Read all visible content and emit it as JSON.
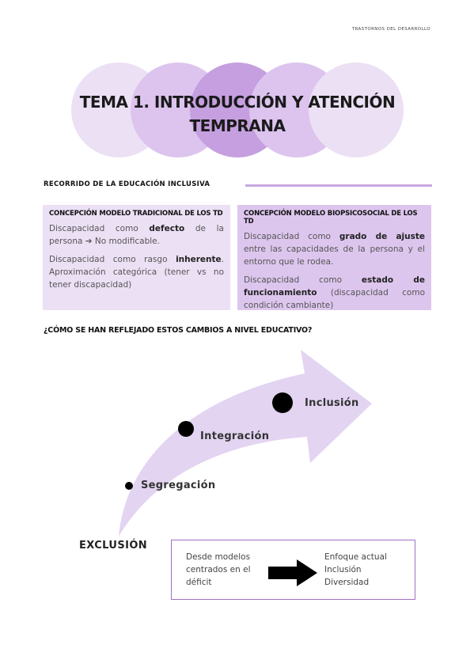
{
  "header": {
    "tag": "TRASTORNOS DEL DESARROLLO"
  },
  "title": {
    "line1": "TEMA 1. INTRODUCCIÓN Y ATENCIÓN",
    "line2": "TEMPRANA"
  },
  "section": {
    "heading": "RECORRIDO DE LA EDUCACIÓN INCLUSIVA"
  },
  "left_box": {
    "title": "CONCEPCIÓN MODELO TRADICIONAL DE LOS TD",
    "p1_pre": "Discapacidad como ",
    "p1_bold": "defecto",
    "p1_post": " de la persona ➔ No modificable.",
    "p2_pre": "Discapacidad como rasgo ",
    "p2_bold": "inherente",
    "p2_post": ". Aproximación categórica (tener vs no tener discapacidad)"
  },
  "right_box": {
    "title": "CONCEPCIÓN MODELO BIOPSICOSOCIAL DE LOS TD",
    "p1_pre": "Discapacidad como ",
    "p1_bold": "grado de ajuste",
    "p1_post": " entre las capacidades de la persona y el entorno que le rodea.",
    "p2_pre": "Discapacidad como ",
    "p2_bold": "estado de funcionamiento",
    "p2_post": " (discapacidad como condición cambiante)"
  },
  "question": "¿CÓMO SE HAN REFLEJADO ESTOS CAMBIOS A NIVEL EDUCATIVO?",
  "diagram": {
    "stages": [
      "Segregación",
      "Integración",
      "Inclusión"
    ],
    "start": "EXCLUSIÓN"
  },
  "bottom": {
    "left_text": "Desde modelos centrados en el déficit",
    "right_lines": [
      "Enfoque actual",
      "Inclusión",
      "Diversidad"
    ]
  },
  "colors": {
    "light": "#ece0f5",
    "mid": "#ddc6ee",
    "dark": "#c8a0e0",
    "border": "#a070c0"
  }
}
